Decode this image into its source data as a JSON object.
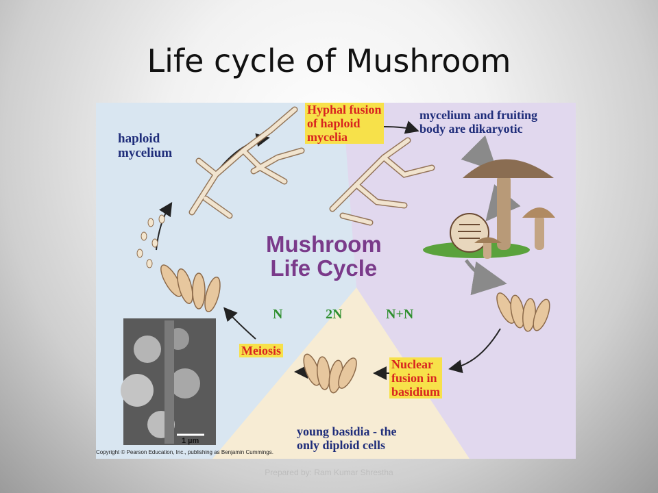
{
  "slide": {
    "title": "Life cycle of Mushroom",
    "footer": "Prepared by: Ram Kumar Shrestha"
  },
  "figure": {
    "labels": {
      "haploid_mycelium": "haploid\nmycelium",
      "hyphal_fusion": "Hyphal fusion\nof haploid\nmycelia",
      "dikaryotic": "mycelium and fruiting\nbody are dikaryotic",
      "cycle_title": "Mushroom\nLife Cycle",
      "phase_n": "N",
      "phase_2n": "2N",
      "phase_nn": "N+N",
      "meiosis": "Meiosis",
      "nuclear_fusion": "Nuclear\nfusion in\nbasidium",
      "young_basidia": "young basidia - the\nonly diploid cells",
      "scale_bar": "1 µm",
      "copyright": "Copyright © Pearson Education, Inc., publishing as Benjamin Cummings."
    },
    "colors": {
      "haploid_region": "#d9e6f1",
      "dikaryotic_region": "#e1d8ee",
      "diploid_region": "#f7ecd4",
      "highlight": "#f7e14a",
      "red_text": "#d8241f",
      "blue_text": "#1f2d7a",
      "purple_title": "#7a3a8a"
    }
  }
}
